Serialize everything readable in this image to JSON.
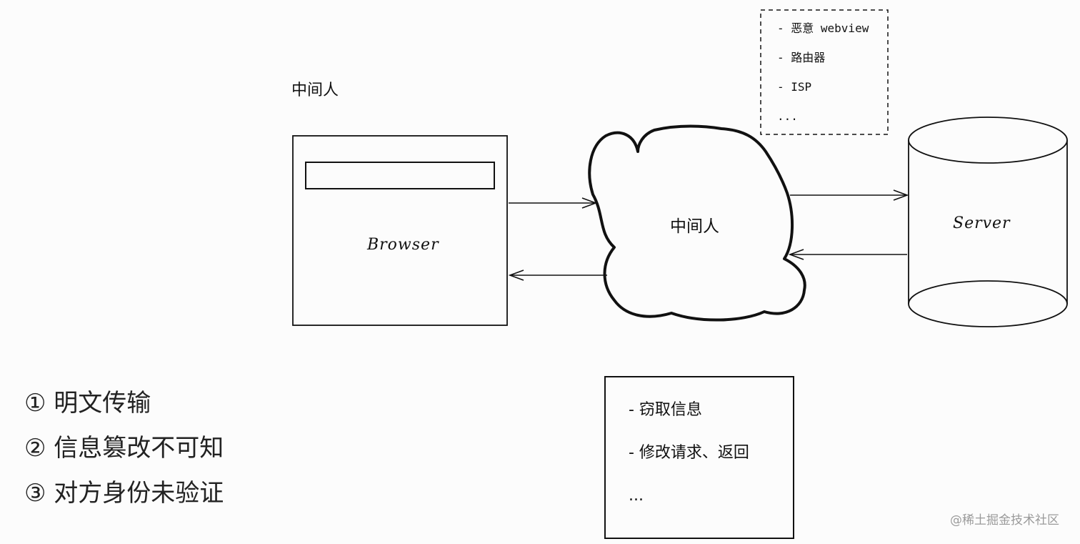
{
  "diagram": {
    "mitm_top_label": "中间人",
    "browser_label": "Browser",
    "cloud_label": "中间人",
    "server_label": "Server",
    "attackers": [
      "- 恶意 webview",
      "- 路由器",
      "- ISP",
      "..."
    ],
    "effects": [
      "- 窃取信息",
      "- 修改请求、返回",
      "..."
    ]
  },
  "problems": [
    "① 明文传输",
    "② 信息篡改不可知",
    "③ 对方身份未验证"
  ],
  "watermark": "@稀土掘金技术社区",
  "colors": {
    "ink": "#111111",
    "background": "#fcfcfc",
    "watermark": "#9a9a9a"
  }
}
